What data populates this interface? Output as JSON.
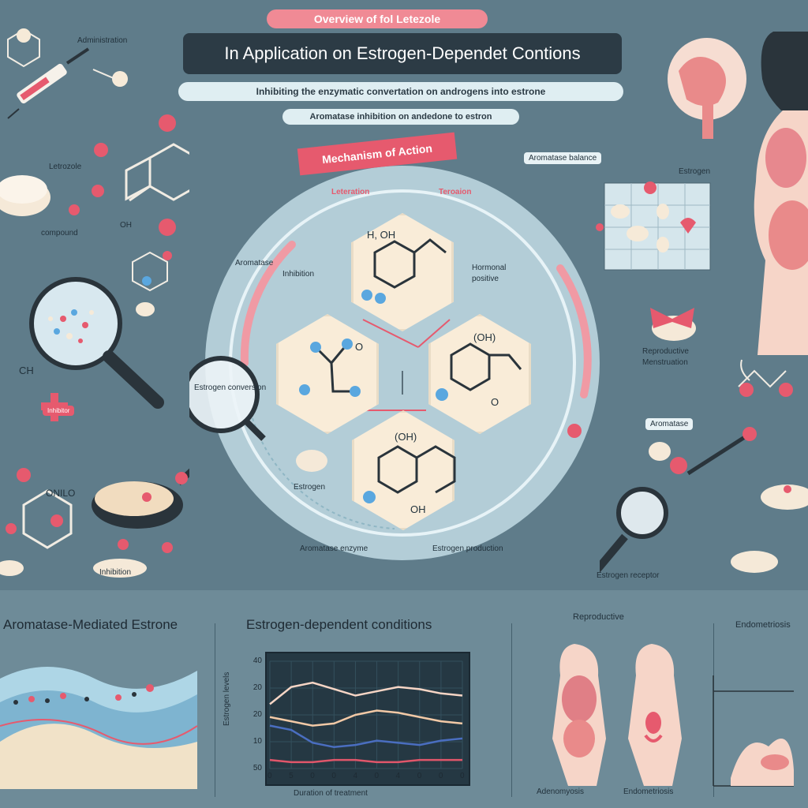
{
  "header": {
    "banner": "Overview of fol Letezole",
    "title": "In Application on Estrogen-Dependet Contions",
    "subtitle": "Inhibiting the enzymatic convertation on androgens into estrone",
    "subtitle_2": "Aromatase inhibition on andedone to estron"
  },
  "center": {
    "ribbon": "Mechanism of Action",
    "label_left": "Leteration",
    "label_right": "Teroaion",
    "hex_top_atoms": "H, OH",
    "hex_right_atoms": "(OH)",
    "hex_bottom_atoms": "(OH)",
    "hex_bottom_lower": "OH",
    "hex_right_lower": "O",
    "hex_left_o": "O",
    "magnifier_label": "Estrogen conversion",
    "pill_label": "Estrogen",
    "left_note_1": "Aromatase",
    "left_note_2": "Inhibition",
    "right_note_1": "Hormonal",
    "right_note_2": "positive",
    "bottom_note": "Aromatase enzyme",
    "bottom_note_2": "Estrogen production"
  },
  "left": {
    "label_top": "Administration",
    "label_tablet": "Letrozole",
    "label_comp": "compound",
    "label_oh": "OH",
    "label_ch": "CH",
    "label_onilo": "ONILO",
    "label_bottom": "Inhibition",
    "label_cross": "Inhibitor"
  },
  "right": {
    "label_graph": "Aromatase balance",
    "label_org": "Estrogen",
    "label_lower_1": "Reproductive",
    "label_lower_2": "Menstruation",
    "label_tag": "Aromatase",
    "label_bottom": "Estrogen receptor"
  },
  "bottom": {
    "heading_1": "Aromatase-Mediated Estrone",
    "heading_2": "Estrogen-dependent conditions",
    "heading_3": "Reproductive",
    "heading_4": "Endometriosis",
    "axis_label_1": "Estrogen levels",
    "axis_label_2": "Duration of treatment",
    "label_fig_1": "Adenomyosis",
    "label_fig_2": "Endometriosis",
    "y_ticks": [
      "40",
      "20",
      "20",
      "10",
      "50"
    ],
    "x_ticks": [
      "0",
      "5",
      "0",
      "0",
      "4",
      "0",
      "4",
      "0",
      "0",
      "0"
    ]
  },
  "chart_data": {
    "type": "line",
    "x": [
      0,
      1,
      2,
      3,
      4,
      5,
      6,
      7,
      8,
      9
    ],
    "series": [
      {
        "values": [
          24,
          22,
          20,
          21,
          25,
          27,
          26,
          24,
          22,
          21
        ]
      },
      {
        "values": [
          30,
          38,
          40,
          37,
          34,
          36,
          38,
          37,
          35,
          34
        ]
      },
      {
        "values": [
          20,
          18,
          12,
          10,
          11,
          13,
          12,
          11,
          13,
          14
        ]
      },
      {
        "values": [
          4,
          3,
          3,
          4,
          4,
          3,
          3,
          4,
          4,
          4
        ]
      }
    ],
    "colors": [
      "#f2c9a6",
      "#f6d5c5",
      "#4a6ec0",
      "#e0566a"
    ],
    "ylim": [
      0,
      50
    ]
  },
  "colors": {
    "background": "#5f7c8a",
    "accent": "#e65a6e",
    "title_bg": "#2c3b45",
    "hex_fill": "#f9ecd8",
    "circle": "#cfe8f0"
  }
}
